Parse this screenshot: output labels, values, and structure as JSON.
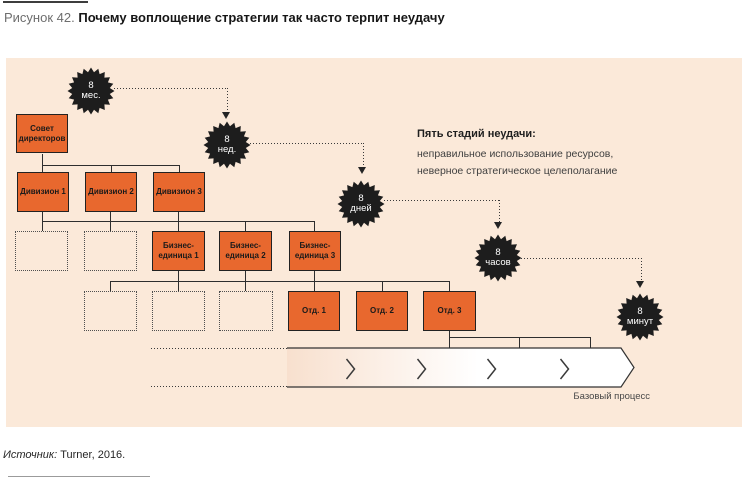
{
  "figure": {
    "label": "Рисунок 42.",
    "title": "Почему воплощение стратегии так часто терпит неудачу"
  },
  "annotation": {
    "heading": "Пять стадий неудачи:",
    "lines": [
      "неправильное использование ресурсов,",
      "неверное стратегическое целеполагание"
    ]
  },
  "badges": [
    {
      "value": "8",
      "unit": "мес."
    },
    {
      "value": "8",
      "unit": "нед."
    },
    {
      "value": "8",
      "unit": "дней"
    },
    {
      "value": "8",
      "unit": "часов"
    },
    {
      "value": "8",
      "unit": "минут"
    }
  ],
  "org": {
    "board": "Совет директоров",
    "divisions": [
      "Дивизион 1",
      "Дивизион 2",
      "Дивизион 3"
    ],
    "business_units": [
      "Бизнес-единица 1",
      "Бизнес-единица 2",
      "Бизнес-единица 3"
    ],
    "departments": [
      "Отд. 1",
      "Отд. 2",
      "Отд. 3"
    ]
  },
  "process": {
    "label": "Базовый процесс"
  },
  "source": {
    "prefix": "Источник:",
    "citation": " Turner, 2016."
  },
  "colors": {
    "canvas_background": "#fbe9d9",
    "org_box_fill": "#e8682e",
    "org_box_border": "#222222",
    "badge_fill": "#1d1d1d",
    "badge_text": "#ffffff",
    "connector": "#2e2e2e",
    "arrow_gradient_start": "#f8e0ce",
    "arrow_gradient_end": "#ffffff"
  }
}
